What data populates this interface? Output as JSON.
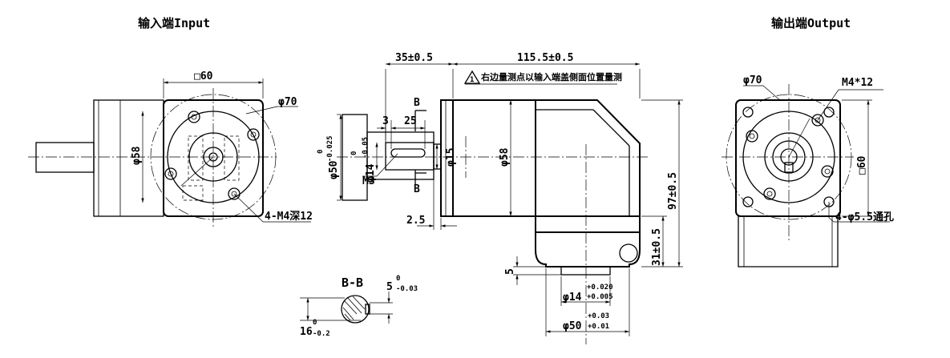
{
  "titles": {
    "input": "输入端Input",
    "output": "输出端Output"
  },
  "input_view": {
    "square": "□60",
    "phi70": "φ70",
    "phi58": "φ58",
    "tapped_holes": "4-M4深12"
  },
  "side_view": {
    "length_35": "35±0.5",
    "length_115": "115.5±0.5",
    "note_mark": "1",
    "note": "右边量测点以输入端盖侧面位置量测",
    "section_mark_top": "B",
    "section_mark_bottom": "B",
    "dim_3": "3",
    "dim_25": "25",
    "phi50_main": "φ50",
    "phi50_upper": "0",
    "phi50_lower": "-0.025",
    "phi14_main": "φ14",
    "phi14_upper": "0",
    "phi14_lower": "-0.05",
    "phi15": "φ15",
    "phi58": "φ58",
    "m3": "M3",
    "dim_2_5": "2.5",
    "height_97": "97±0.5",
    "height_31": "31±0.5",
    "dim_5": "5",
    "out_phi14_main": "φ14",
    "out_phi14_upper": "+0.020",
    "out_phi14_lower": "+0.005",
    "out_phi50_main": "φ50",
    "out_phi50_upper": "+0.03",
    "out_phi50_lower": "+0.01"
  },
  "section_bb": {
    "title": "B-B",
    "key_main": "5",
    "key_upper": "0",
    "key_lower": "-0.03",
    "height_main": "16",
    "height_upper": "0",
    "height_lower": "-0.2"
  },
  "output_view": {
    "phi70": "φ70",
    "thread": "M4*12",
    "square": "□60",
    "through_holes": "4-φ5.5通孔"
  }
}
